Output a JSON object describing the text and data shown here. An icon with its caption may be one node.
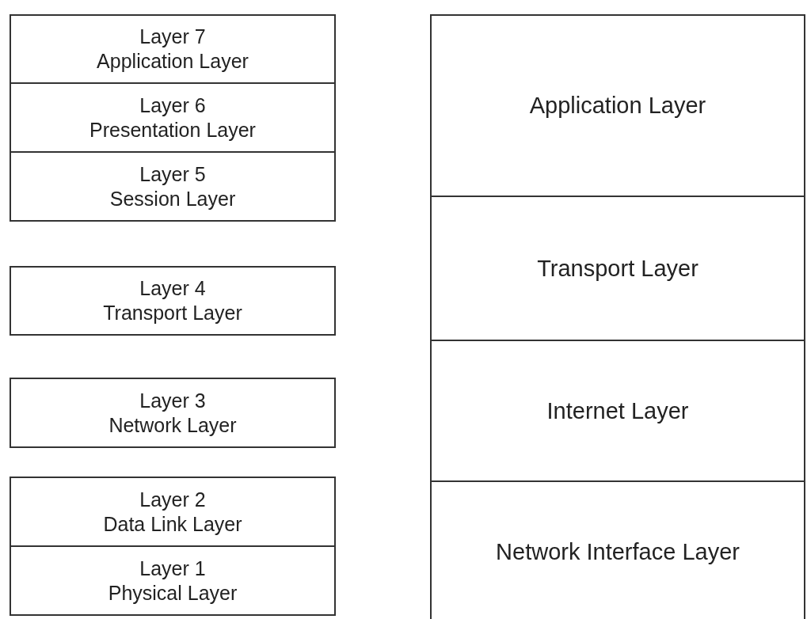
{
  "diagram": {
    "nodes": [
      {
        "text": [
          "Layer 7",
          "Application Layer"
        ]
      },
      {
        "text": [
          "Layer 6",
          "Presentation Layer"
        ]
      },
      {
        "text": [
          "Layer 5",
          "Session Layer"
        ]
      },
      {
        "text": [
          "Layer 4",
          "Transport Layer"
        ]
      },
      {
        "text": [
          "Layer 3",
          "Network Layer"
        ]
      },
      {
        "text": [
          "Layer 2",
          "Data Link Layer"
        ]
      },
      {
        "text": [
          "Layer 1",
          "Physical Layer"
        ]
      },
      {
        "text": [
          "Application Layer"
        ]
      },
      {
        "text": [
          "Transport Layer"
        ]
      },
      {
        "text": [
          "Internet Layer"
        ]
      },
      {
        "text": [
          "Network Interface Layer"
        ]
      }
    ]
  }
}
